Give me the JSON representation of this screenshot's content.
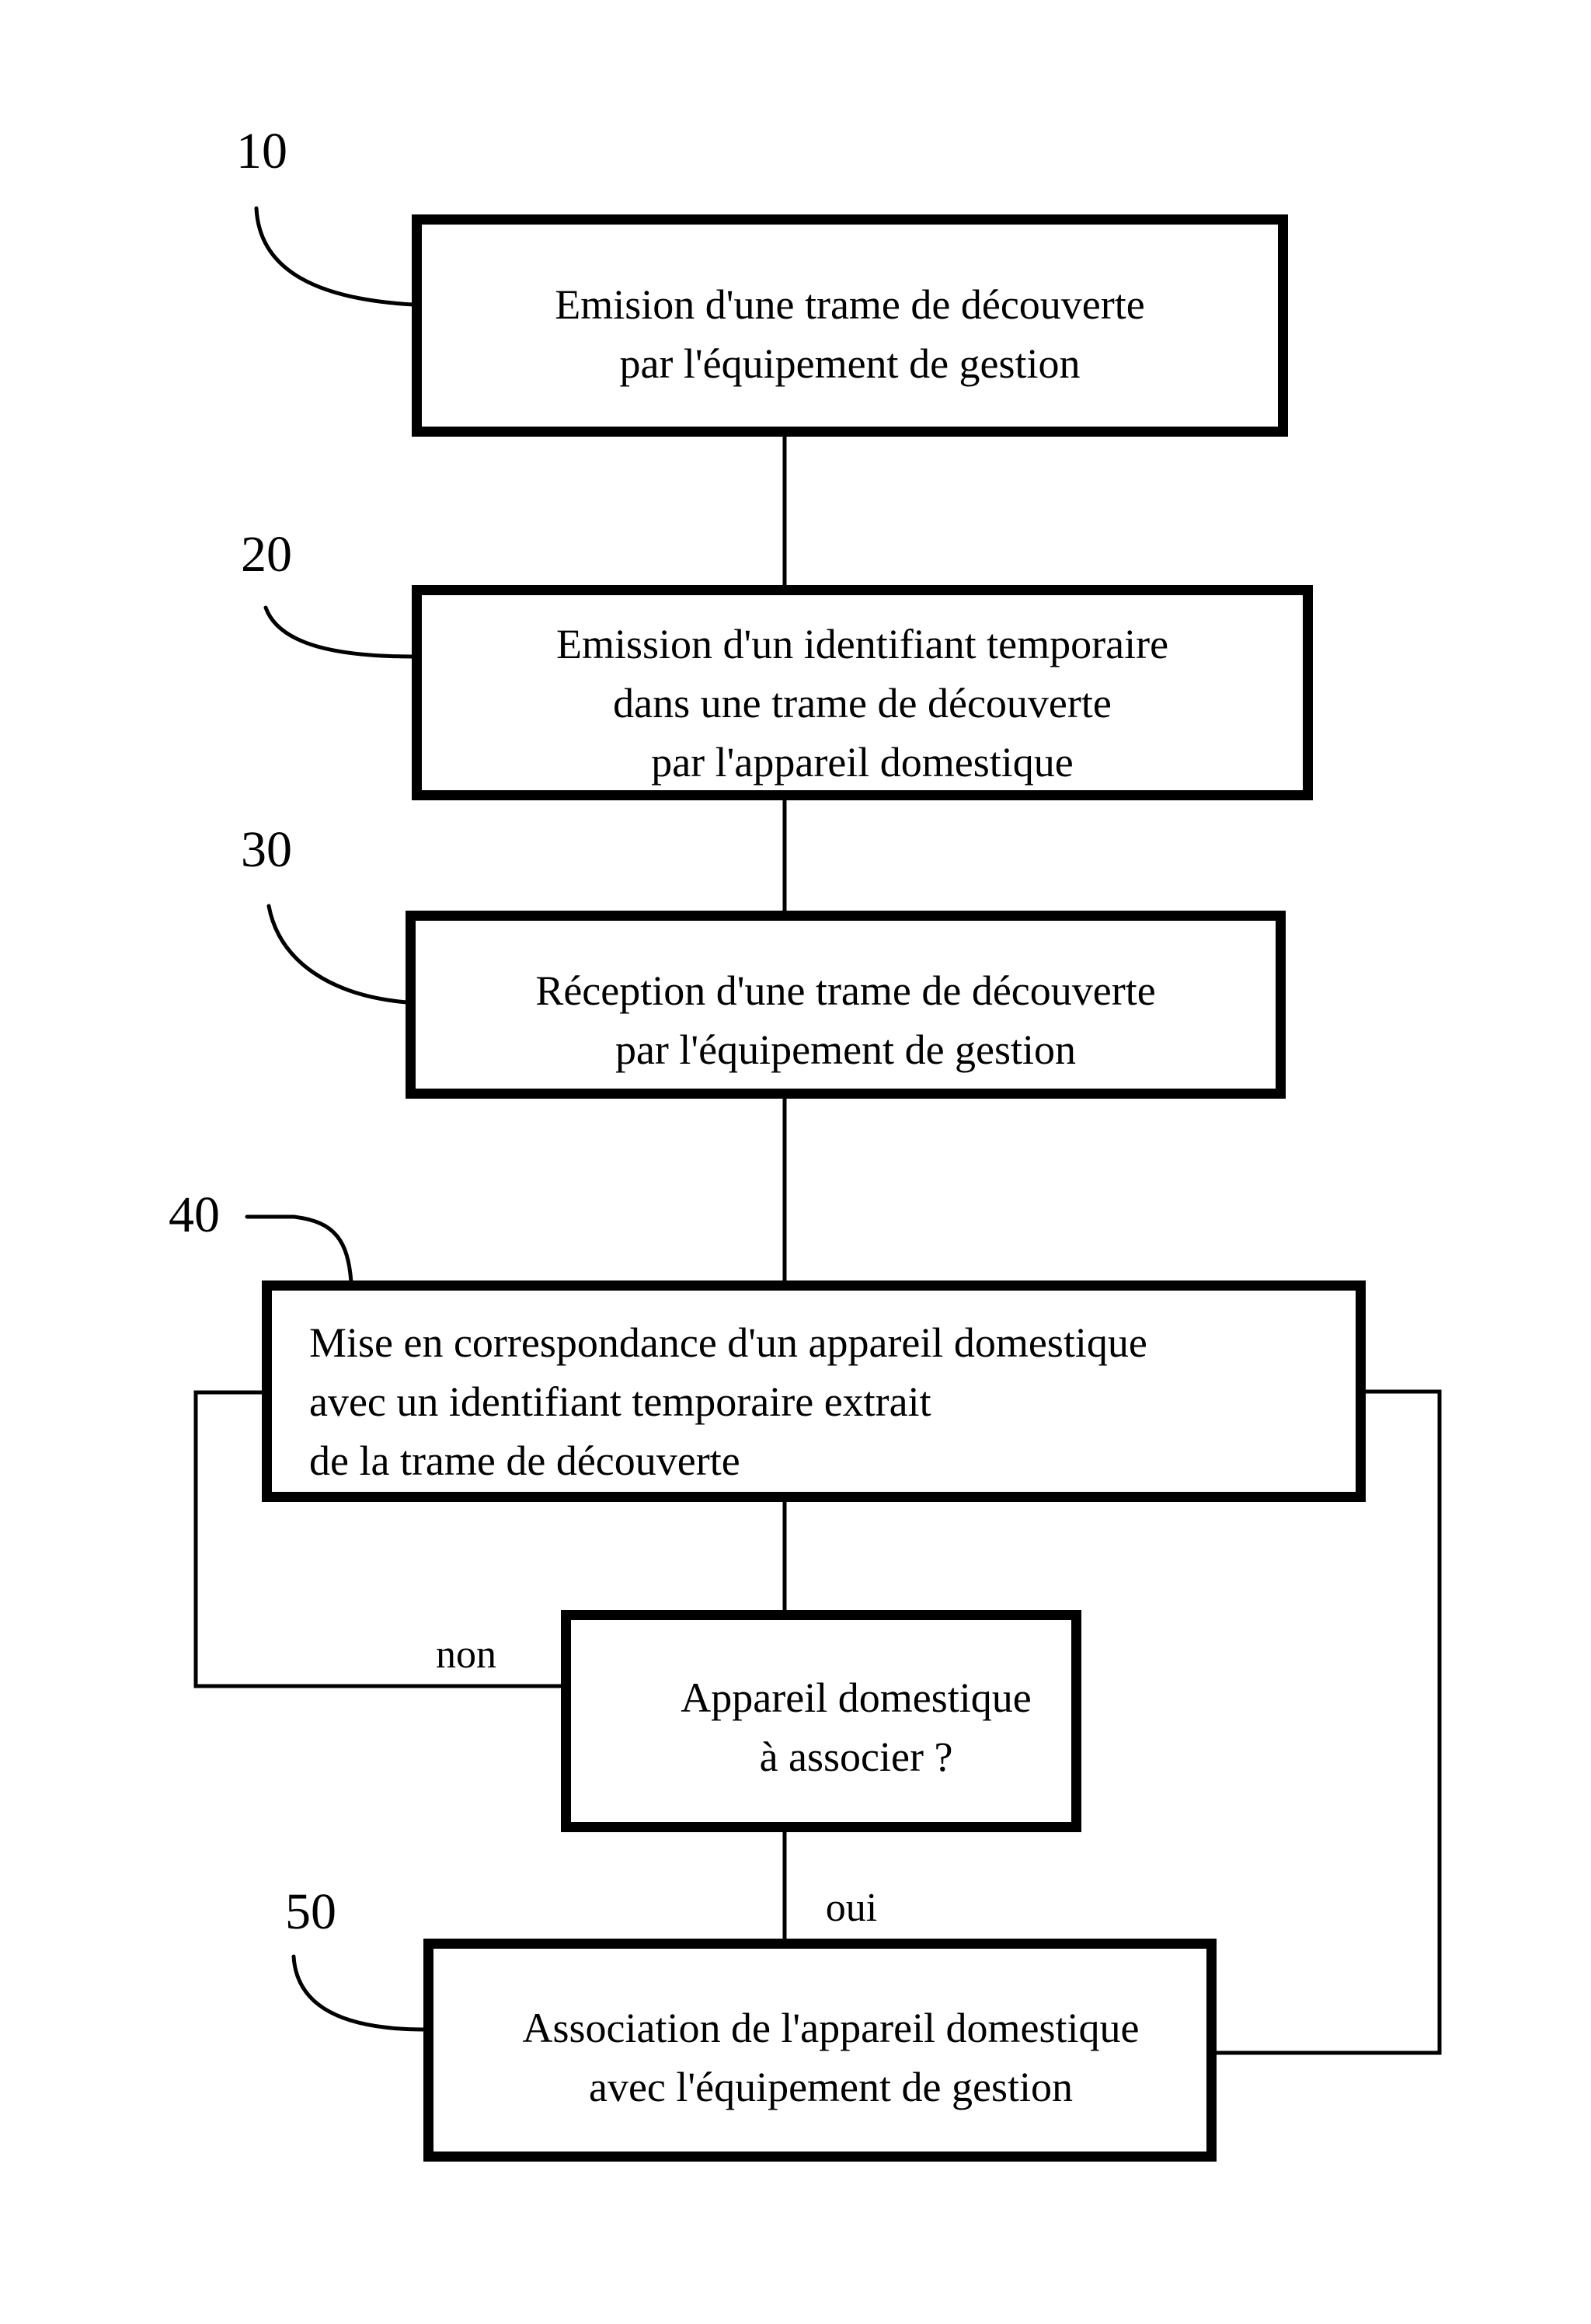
{
  "figure": {
    "background_color": "#ffffff",
    "line_color": "#000000",
    "text_color": "#000000"
  },
  "reference_labels": {
    "r10": "10",
    "r20": "20",
    "r30": "30",
    "r40": "40",
    "r50": "50"
  },
  "branch_labels": {
    "no": "non",
    "yes": "oui"
  },
  "boxes": {
    "step10": {
      "ref": "10",
      "lines": [
        "Emision d'une trame de découverte",
        "par l'équipement de gestion"
      ]
    },
    "step20": {
      "ref": "20",
      "lines": [
        "Emission d'un identifiant temporaire",
        "dans une trame de découverte",
        "par l'appareil domestique"
      ]
    },
    "step30": {
      "ref": "30",
      "lines": [
        "Réception d'une trame de découverte",
        "par l'équipement de gestion"
      ]
    },
    "step40": {
      "ref": "40",
      "lines": [
        "Mise en correspondance d'un appareil domestique",
        "avec un identifiant temporaire extrait",
        "de la trame de découverte"
      ]
    },
    "decision": {
      "lines": [
        "Appareil domestique",
        "à associer ?"
      ]
    },
    "step50": {
      "ref": "50",
      "lines": [
        "Association de l'appareil domestique",
        "avec l'équipement de gestion"
      ]
    }
  }
}
